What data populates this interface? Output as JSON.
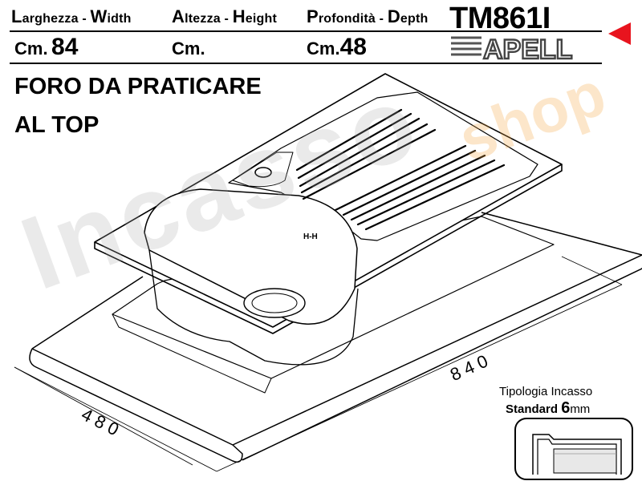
{
  "header": {
    "width_label": {
      "cap1": "L",
      "rest1": "arghezza - ",
      "cap2": "W",
      "rest2": "idth"
    },
    "height_label": {
      "cap1": "A",
      "rest1": "ltezza - ",
      "cap2": "H",
      "rest2": "eight"
    },
    "depth_label": {
      "cap1": "P",
      "rest1": "rofondità - ",
      "cap2": "D",
      "rest2": "epth"
    },
    "width_unit": "Cm.",
    "width_value": "84",
    "height_unit": "Cm.",
    "height_value": "",
    "depth_unit": "Cm.",
    "depth_value": "48",
    "model": "TM861I",
    "brand": "APELL"
  },
  "title": {
    "line1": "FORO DA PRATICARE",
    "line2": "AL TOP"
  },
  "drawing": {
    "dim_length": "840",
    "dim_depth": "480",
    "faucet_mark": "H-H"
  },
  "watermark": {
    "text": "Incasso",
    "shop": "shop"
  },
  "install_type": {
    "title": "Tipologia Incasso",
    "type": "Standard",
    "thickness": "6",
    "unit": "mm"
  },
  "colors": {
    "arrow": "#e8141e",
    "watermark_orange": "#f4a442",
    "line": "#000000"
  },
  "icons": {
    "arrow": "red-triangle-pointer-icon",
    "brand_logo": "apell-logo-icon",
    "section_profile": "installation-profile-icon"
  }
}
